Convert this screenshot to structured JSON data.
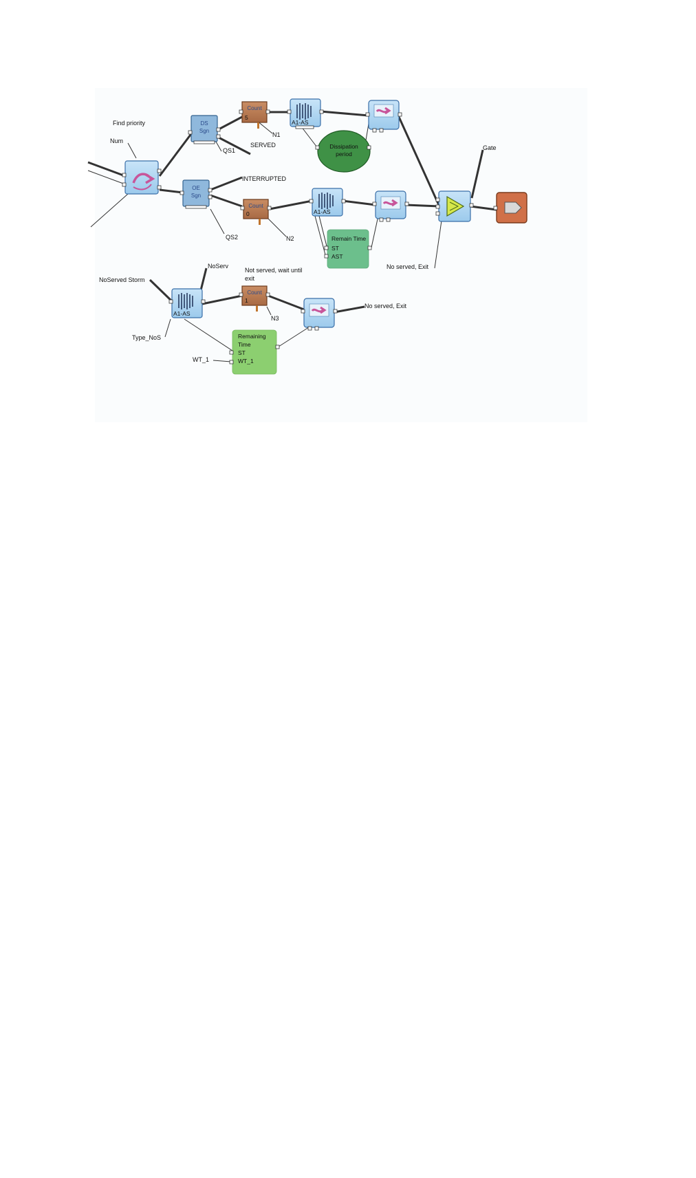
{
  "labels": {
    "find_priority": "Find priority",
    "num": "Num",
    "served": "SERVED",
    "qs1": "QS1",
    "n1": "N1",
    "interrupted": "INTERRUPTED",
    "qs2": "QS2",
    "n2": "N2",
    "gate": "Gate",
    "no_served_exit_top": "No served, Exit",
    "no_serv": "NoServ",
    "not_served_wait_line1": "Not served, wait until",
    "not_served_wait_line2": "exit",
    "noserved_storm": "NoServed Storm",
    "type_nos": "Type_NoS",
    "n3": "N3",
    "no_served_exit_bottom": "No served, Exit",
    "wt_1": "WT_1"
  },
  "blocks": {
    "ds_line1": "DS",
    "ds_line2": "Sgn",
    "oe_line1": "OE",
    "oe_line2": "Sgn",
    "count_label": "Count",
    "count1_value": "5",
    "count2_value": "0",
    "count3_value": "1",
    "queue_label": "A1-AS"
  },
  "notes": {
    "dissipation_line1": "Dissipation",
    "dissipation_line2": "period",
    "remain_time_title": "Remain Time",
    "remain_time_st": "ST",
    "remain_time_ast": "AST",
    "remaining_line1": "Remaining",
    "remaining_line2": "Time",
    "remaining_st": "ST",
    "remaining_wt": "WT_1"
  },
  "colors": {
    "block_blue": "#a9d2f0",
    "count_brown": "#b97a52",
    "ellipse_green": "#3f9146",
    "note_teal": "#6cbf8c",
    "note_green": "#8ccf70",
    "exit_orange": "#d07048",
    "gate_yellow": "#d6e84a"
  }
}
